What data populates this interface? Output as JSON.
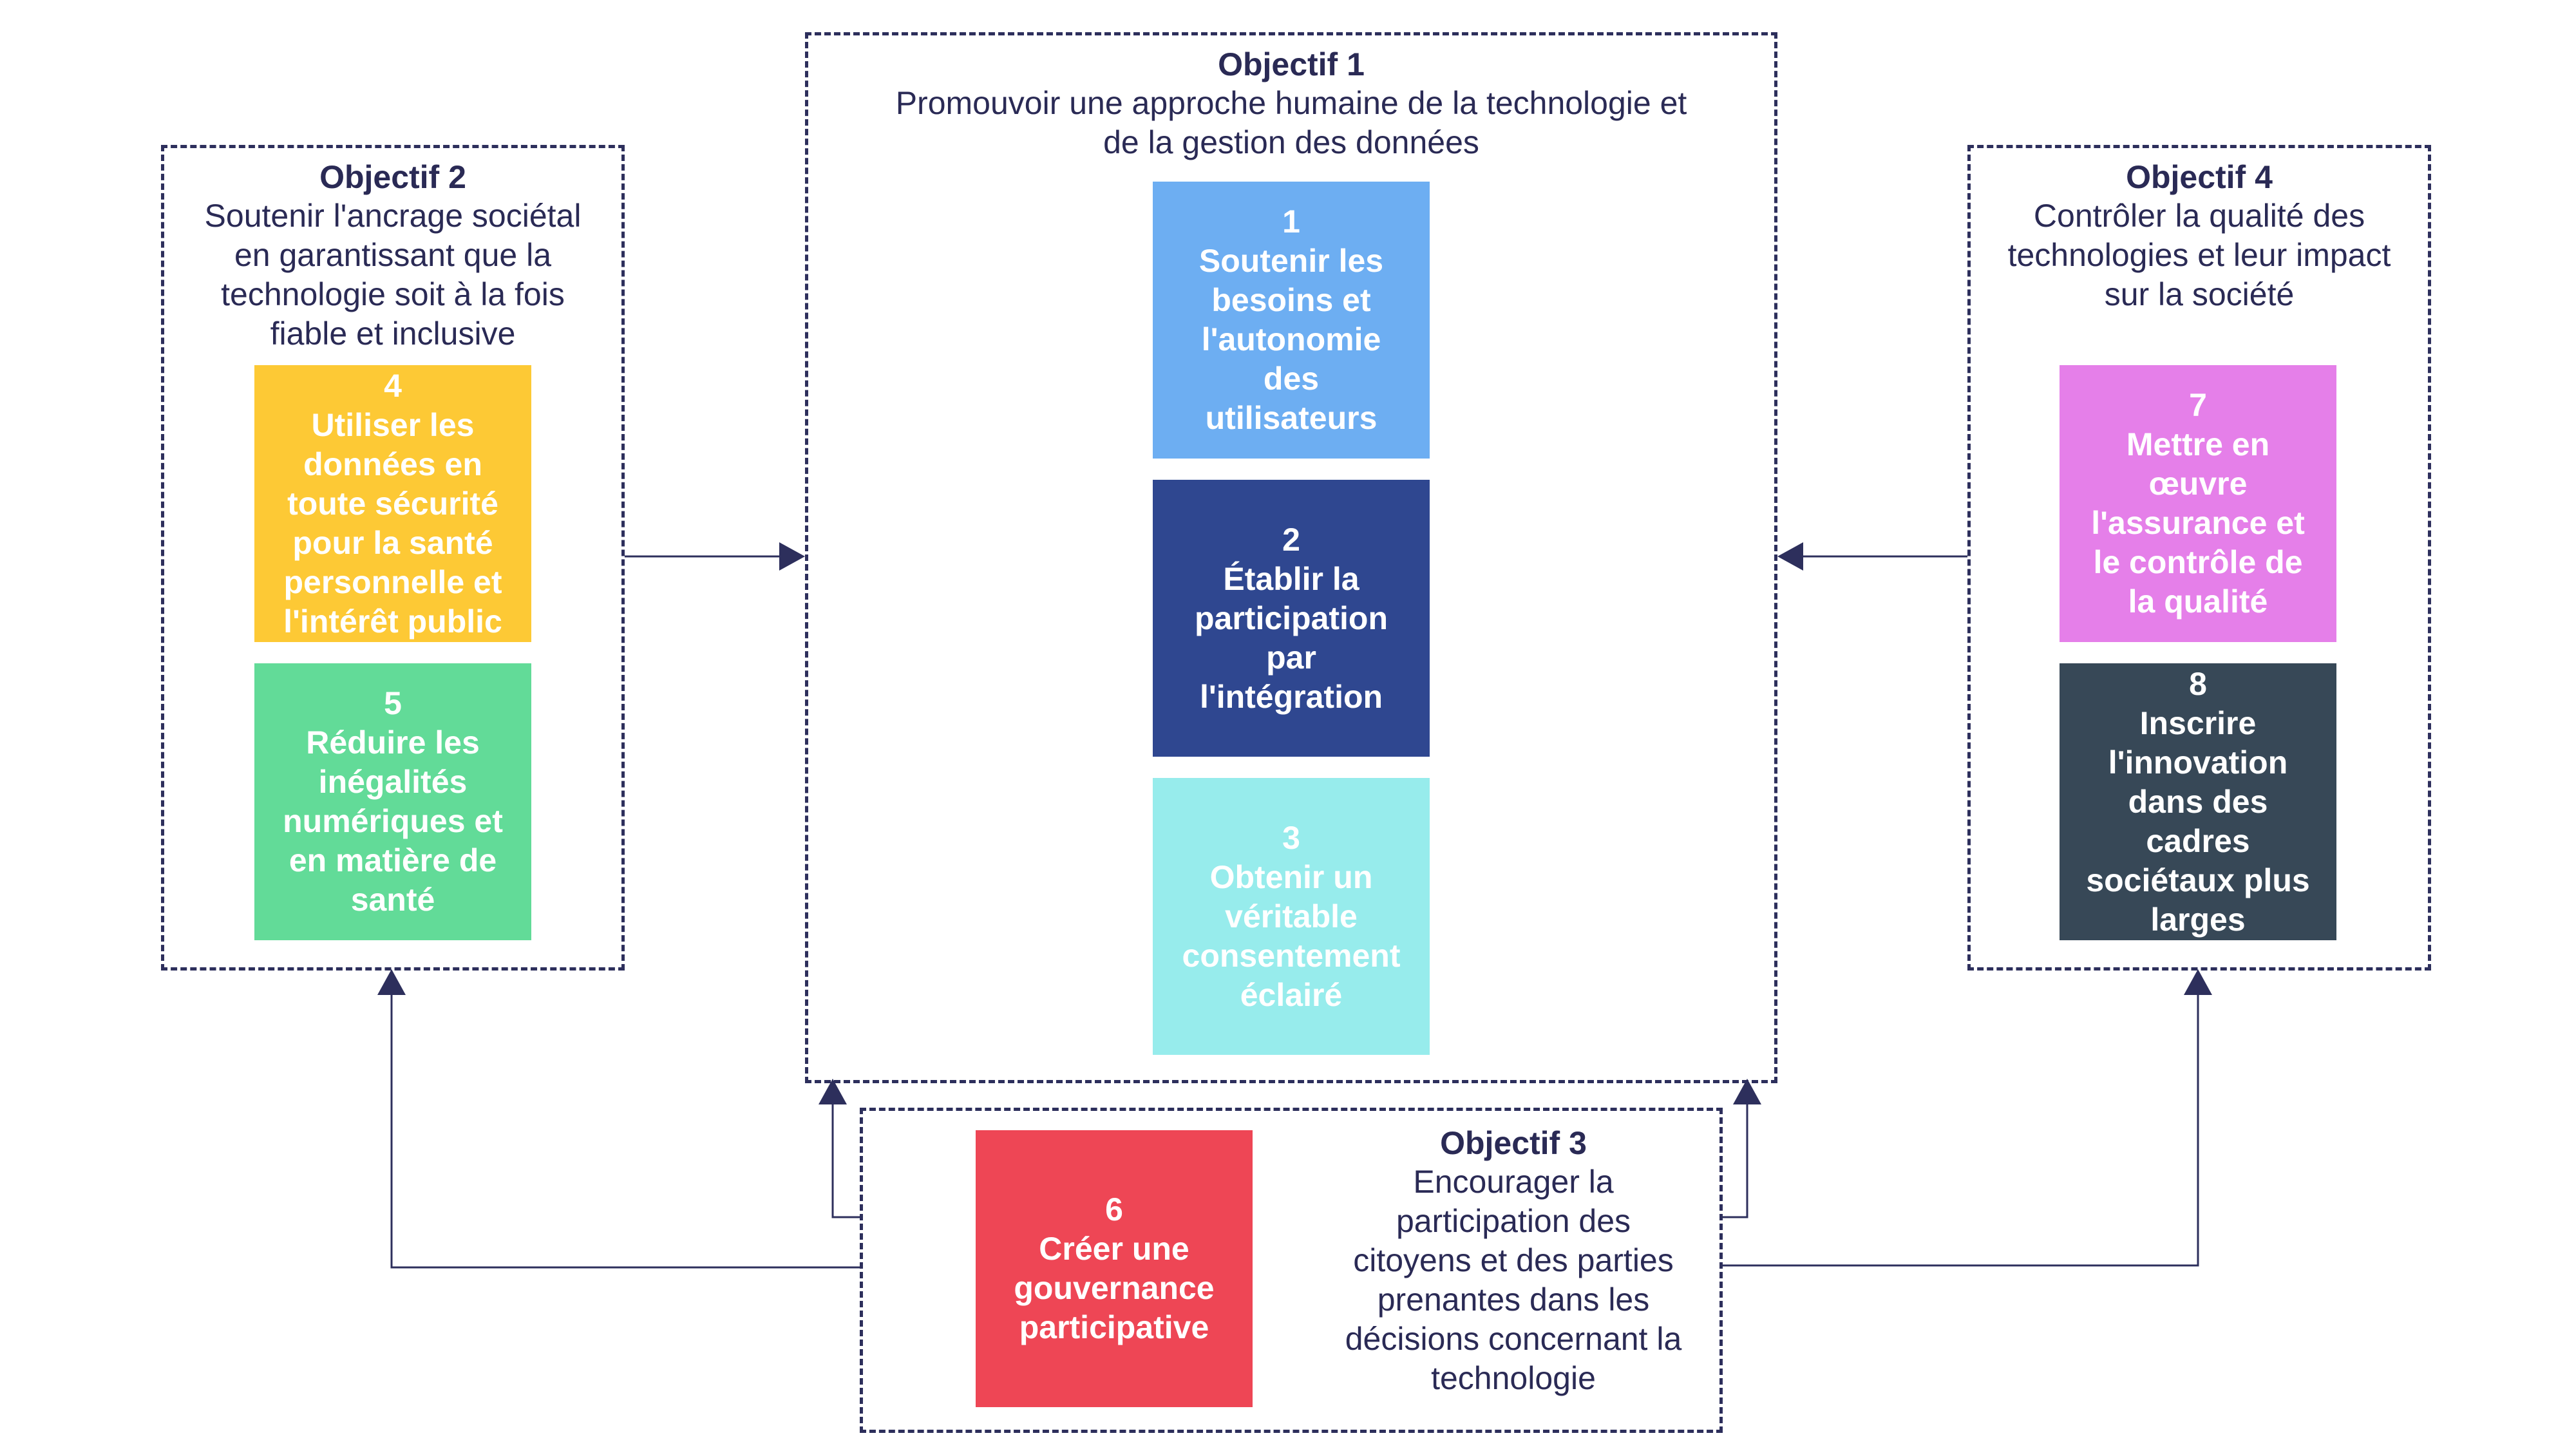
{
  "objectives": [
    {
      "title": "Objectif 1",
      "desc": "Promouvoir une approche humaine de la technologie et\nde la gestion des données"
    },
    {
      "title": "Objectif 2",
      "desc": "Soutenir l'ancrage sociétal\nen garantissant que la\ntechnologie soit à la fois\nfiable et inclusive"
    },
    {
      "title": "Objectif 3",
      "desc": "Encourager la\nparticipation des\ncitoyens et des parties\nprenantes dans les\ndécisions concernant la\ntechnologie"
    },
    {
      "title": "Objectif 4",
      "desc": "Contrôler la qualité des\ntechnologies et leur impact\nsur la société"
    }
  ],
  "actions": [
    {
      "num": "1",
      "label": "Soutenir les\nbesoins et\nl'autonomie\ndes\nutilisateurs",
      "color": "#6daef2"
    },
    {
      "num": "2",
      "label": "Établir la\nparticipation\npar\nl'intégration",
      "color": "#2f4790"
    },
    {
      "num": "3",
      "label": "Obtenir un\nvéritable\nconsentement\néclairé",
      "color": "#97ecec"
    },
    {
      "num": "4",
      "label": "Utiliser les\ndonnées en\ntoute sécurité\npour la santé\npersonnelle et\nl'intérêt public",
      "color": "#fdc935"
    },
    {
      "num": "5",
      "label": "Réduire les\ninégalités\nnumériques et\nen matière de\nsanté",
      "color": "#62db98"
    },
    {
      "num": "6",
      "label": "Créer une\ngouvernance\nparticipative",
      "color": "#ee4655"
    },
    {
      "num": "7",
      "label": "Mettre en\nœuvre\nl'assurance et\nle contrôle de\nla qualité",
      "color": "#e57fe9"
    },
    {
      "num": "8",
      "label": "Inscrire\nl'innovation\ndans des\ncadres\nsociétaux plus\nlarges",
      "color": "#374857"
    }
  ],
  "colors": {
    "border": "#2d2f5c",
    "text": "#2a2a55",
    "arrow": "#2d2f5c"
  }
}
